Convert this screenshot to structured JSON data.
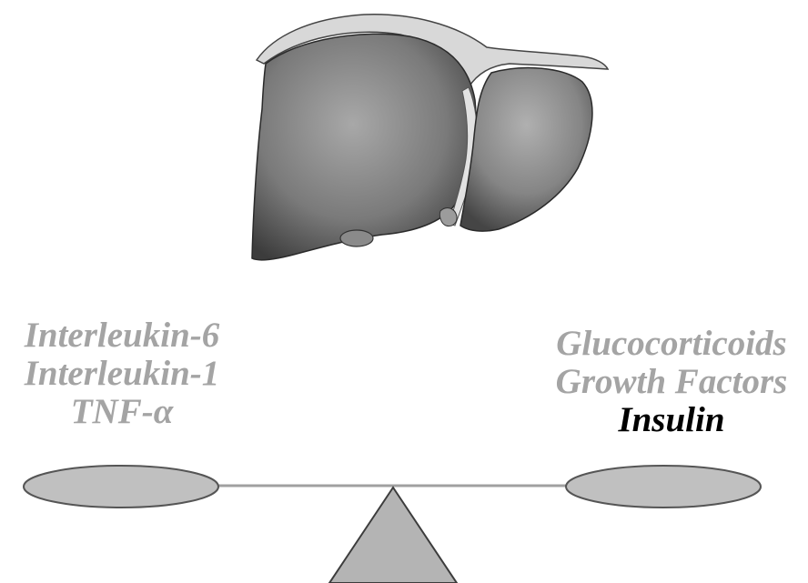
{
  "left_factors": [
    {
      "text": "Interleukin-6"
    },
    {
      "text": "Interleukin-1"
    },
    {
      "text": "TNF-α"
    }
  ],
  "right_factors": [
    {
      "text": "Glucocorticoids"
    },
    {
      "text": "Growth Factors"
    },
    {
      "text": "Insulin"
    }
  ],
  "colors": {
    "muted_text": "#a4a4a4",
    "highlight_text": "#000000",
    "pan_fill": "#c0c0c0",
    "pan_stroke": "#555555",
    "beam": "#a0a0a0",
    "fulcrum": "#b4b4b4",
    "liver_light": "#9a9a9a",
    "liver_dark": "#3a3a3a"
  },
  "icons": {
    "organ": "liver-illustration",
    "balance": "balance-scale"
  }
}
